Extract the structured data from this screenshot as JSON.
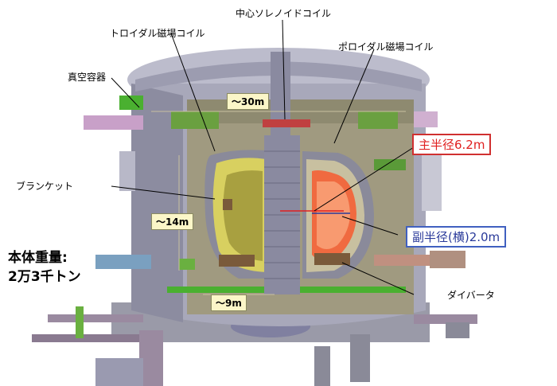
{
  "labels": {
    "central_solenoid": "中心ソレノイドコイル",
    "toroidal_coil": "トロイダル磁場コイル",
    "poloidal_coil": "ポロイダル磁場コイル",
    "vacuum_vessel": "真空容器",
    "blanket": "ブランケット",
    "divertor": "ダイバータ"
  },
  "dimensions": {
    "width": "～30m",
    "height": "～14m",
    "depth": "～9m"
  },
  "callouts": {
    "major_radius": "主半径6.2m",
    "minor_radius": "副半径(横)2.0m"
  },
  "weight": {
    "line1": "本体重量:",
    "line2": "2万3千トン"
  },
  "colors": {
    "major_radius": "#e02020",
    "minor_radius": "#2a3a9a",
    "plasma": "#f06a40",
    "dimension_box": "#fbf6c8"
  }
}
